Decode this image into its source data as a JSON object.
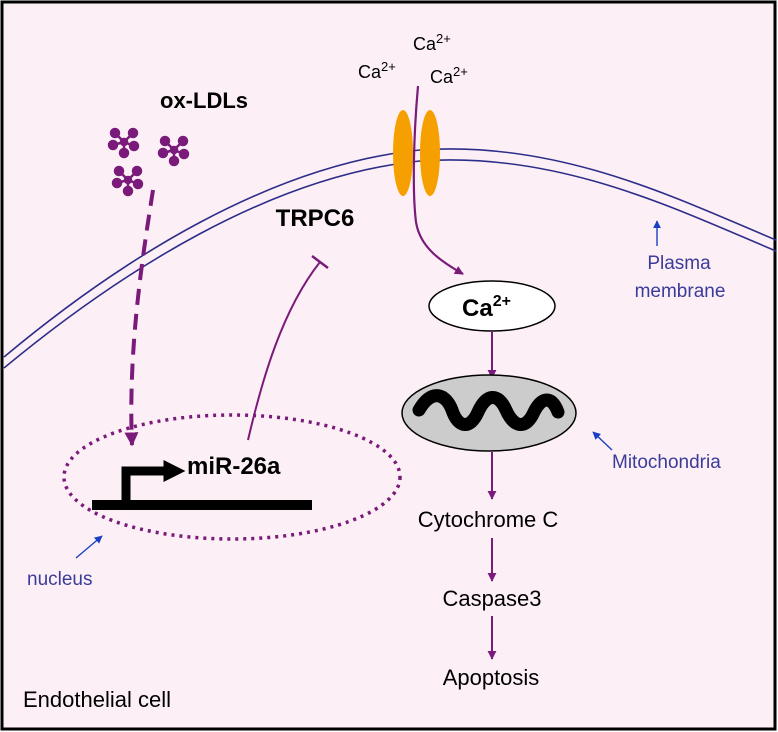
{
  "labels": {
    "ox_ldls": "ox-LDLs",
    "trpc6": "TRPC6",
    "mir26a": "miR-26a",
    "plasma_membrane_line1": "Plasma",
    "plasma_membrane_line2": "membrane",
    "mitochondria": "Mitochondria",
    "nucleus": "nucleus",
    "cytochrome_c": "Cytochrome C",
    "caspase3": "Caspase3",
    "apoptosis": "Apoptosis",
    "endothelial_cell": "Endothelial cell"
  },
  "ions": {
    "symbol": "Ca",
    "charge": "2+"
  },
  "colors": {
    "background": "#fcf0f6",
    "purple": "#7a1a7a",
    "membrane": "#2e2e8a",
    "annotation_arrow": "#1a3fc4",
    "annotation_text": "#3b3b9a",
    "channel": "#f5a000",
    "mitochondria_fill": "#cccccc"
  }
}
